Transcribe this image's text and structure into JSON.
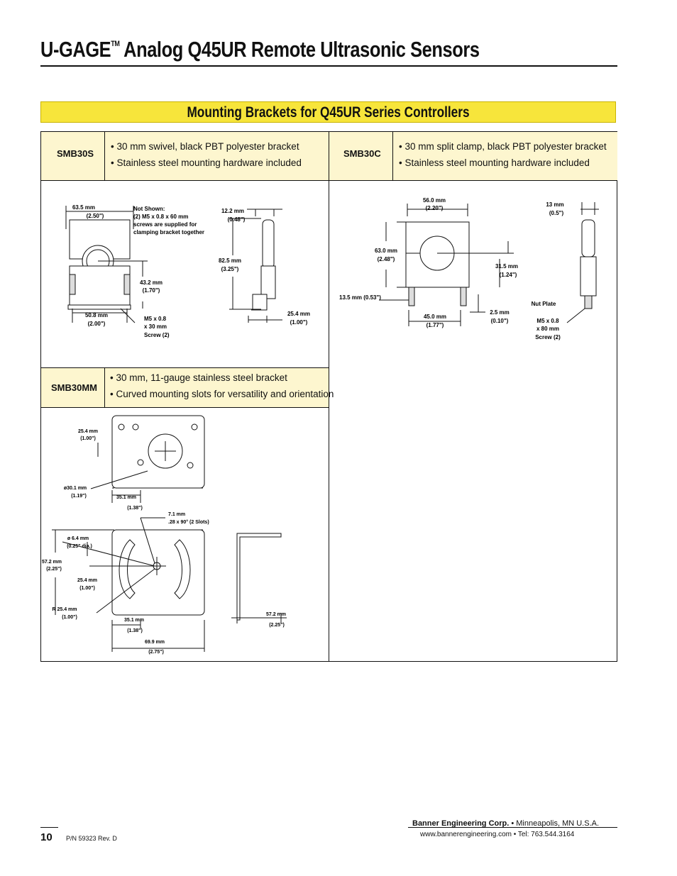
{
  "header": {
    "title_prefix": "U-GAGE",
    "tm": "TM",
    "title_suffix": "Analog Q45UR Remote Ultrasonic Sensors"
  },
  "section_title": "Mounting Brackets for Q45UR Series Controllers",
  "brackets": [
    {
      "model": "SMB30S",
      "features": [
        "• 30 mm swivel, black PBT polyester bracket",
        "• Stainless steel mounting hardware included"
      ],
      "drawing": {
        "dim_width": "63.5 mm",
        "dim_width_in": "(2.50\")",
        "note": [
          "Not Shown:",
          "(2) M5 x 0.8 x 60 mm",
          "screws are supplied for",
          "clamping bracket together"
        ],
        "dim_side": "12.2 mm",
        "dim_side_in": "(0.48\")",
        "dim_height": "82.5 mm",
        "dim_height_in": "(3.25\")",
        "dim_center": "43.2 mm",
        "dim_center_in": "(1.70\")",
        "dim_base": "50.8 mm",
        "dim_base_in": "(2.00\")",
        "screw": [
          "M5 x 0.8",
          "x 30 mm",
          "Screw (2)"
        ],
        "dim_foot": "25.4 mm",
        "dim_foot_in": "(1.00\")"
      }
    },
    {
      "model": "SMB30C",
      "features": [
        "• 30 mm split clamp, black PBT polyester bracket",
        "• Stainless steel mounting hardware included"
      ],
      "drawing": {
        "dim_width": "56.0 mm",
        "dim_width_in": "(2.20\")",
        "dim_side": "13 mm",
        "dim_side_in": "(0.5\")",
        "dim_height": "63.0 mm",
        "dim_height_in": "(2.48\")",
        "dim_center": "31.5 mm",
        "dim_center_in": "(1.24\")",
        "dim_offset": "13.5 mm (0.53\")",
        "nut_plate": "Nut Plate",
        "dim_hole": "45.0 mm",
        "dim_hole_in": "(1.77\")",
        "dim_gap": "2.5 mm",
        "dim_gap_in": "(0.10\")",
        "screw": [
          "M5 x 0.8",
          "x 80 mm",
          "Screw (2)"
        ]
      }
    },
    {
      "model": "SMB30MM",
      "features": [
        "• 30 mm, 11-gauge stainless steel bracket",
        "• Curved mounting slots for versatility and orientation"
      ],
      "drawing": {
        "dim_top": "25.4 mm",
        "dim_top_in": "(1.00\")",
        "dim_bore": "ø30.1 mm",
        "dim_bore_in": "(1.19\")",
        "dim_tab": "35.1 mm",
        "dim_tab_in": "(1.38\")",
        "dim_slot": "7.1 mm",
        "dim_slot_in": ".28 x 90° (2 Slots)",
        "dim_hole": "ø 6.4 mm",
        "dim_hole_in": "(0.25\" dia.)",
        "dim_height": "57.2 mm",
        "dim_height_in": "(2.25\")",
        "dim_mid": "25.4 mm",
        "dim_mid_in": "(1.00\")",
        "dim_radius": "R 25.4 mm",
        "dim_radius_in": "(1.00\")",
        "dim_tab2": "35.1 mm",
        "dim_tab2_in": "(1.38\")",
        "dim_width": "69.9 mm",
        "dim_width_in": "(2.75\")",
        "dim_side": "57.2 mm",
        "dim_side_in": "(2.25\")"
      }
    }
  ],
  "footer": {
    "page": "10",
    "pn": "P/N 59323 Rev. D",
    "company": "Banner Engineering Corp.",
    "location": " • Minneapolis, MN U.S.A.",
    "web": "www.bannerengineering.com  •  Tel: 763.544.3164"
  }
}
